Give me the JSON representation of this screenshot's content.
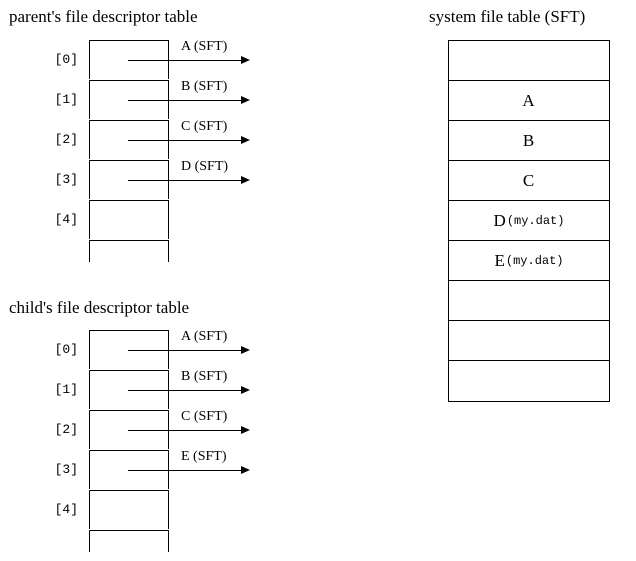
{
  "diagram": {
    "titles": {
      "parent_table": "parent's file descriptor table",
      "child_table": "child's file descriptor table",
      "system_table": "system file table (SFT)"
    }
  },
  "parent_fdt": {
    "title": "parent's file descriptor table",
    "rows": [
      {
        "index": "[0]",
        "pointer": "A (SFT)",
        "has_pointer": true
      },
      {
        "index": "[1]",
        "pointer": "B (SFT)",
        "has_pointer": true
      },
      {
        "index": "[2]",
        "pointer": "C (SFT)",
        "has_pointer": true
      },
      {
        "index": "[3]",
        "pointer": "D (SFT)",
        "has_pointer": true
      },
      {
        "index": "[4]",
        "pointer": "",
        "has_pointer": false
      },
      {
        "index": "",
        "pointer": "",
        "has_pointer": false
      }
    ]
  },
  "child_fdt": {
    "title": "child's file descriptor table",
    "rows": [
      {
        "index": "[0]",
        "pointer": "A (SFT)",
        "has_pointer": true
      },
      {
        "index": "[1]",
        "pointer": "B (SFT)",
        "has_pointer": true
      },
      {
        "index": "[2]",
        "pointer": "C (SFT)",
        "has_pointer": true
      },
      {
        "index": "[3]",
        "pointer": "E (SFT)",
        "has_pointer": true
      },
      {
        "index": "[4]",
        "pointer": "",
        "has_pointer": false
      },
      {
        "index": "",
        "pointer": "",
        "has_pointer": false
      }
    ]
  },
  "sft": {
    "title": "system file table (SFT)",
    "entries": [
      {
        "letter": "",
        "file": ""
      },
      {
        "letter": "A",
        "file": ""
      },
      {
        "letter": "B",
        "file": ""
      },
      {
        "letter": "C",
        "file": ""
      },
      {
        "letter": "D",
        "file": "(my.dat)"
      },
      {
        "letter": "E",
        "file": "(my.dat)"
      },
      {
        "letter": "",
        "file": ""
      },
      {
        "letter": "",
        "file": ""
      },
      {
        "letter": "",
        "file": ""
      }
    ]
  },
  "colors": {
    "background": "#ffffff",
    "ink": "#000000"
  }
}
